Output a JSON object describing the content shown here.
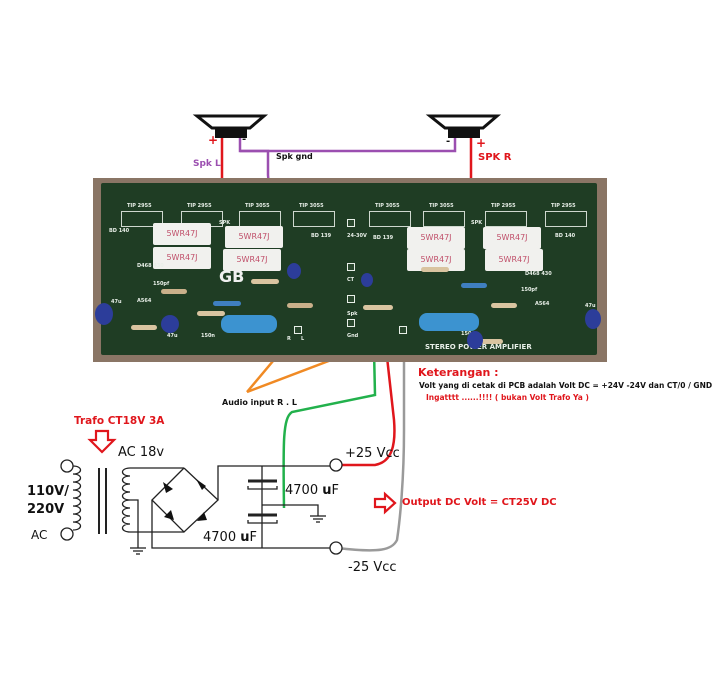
{
  "speakers": {
    "left": {
      "label": "Spk L",
      "plus": "+",
      "minus": "-"
    },
    "right": {
      "label": "SPK R",
      "plus": "+",
      "minus": "-"
    },
    "ground_label": "Spk gnd"
  },
  "pcb": {
    "title": "STEREO POWER AMPLIFIER",
    "logo": "GB",
    "supply_label": "24-30V",
    "transistors_top": [
      "TIP 2955",
      "TIP 2955",
      "TIP 3055",
      "TIP 3055",
      "TIP 3055",
      "TIP 3055",
      "TIP 2955",
      "TIP 2955"
    ],
    "power_resistors": [
      "5WR47J",
      "5WR47J",
      "5WR47J",
      "5WR47J",
      "5WR47J",
      "5WR47J",
      "5WR47J",
      "5WR47J"
    ],
    "driver_labels": [
      "BD 140",
      "BD 139",
      "BD 139",
      "BD 140"
    ],
    "small_labels": {
      "d468": "D468 430",
      "a564": "A564",
      "cap_150pf": "150pf",
      "cap_47u": "47u",
      "cap_150n": "150n",
      "spk_pad": "SPK",
      "ct_pad": "CT",
      "gnd_pad": "Gnd",
      "spk_gnd_pad": "Spk",
      "input_l": "L",
      "input_r": "R"
    }
  },
  "annotations": {
    "audio_input": "Audio input R . L",
    "keterangan_title": "Keterangan :",
    "keterangan_body": "Volt yang di cetak di PCB adalah Volt DC = +24V -24V dan  CT/0 / GND",
    "keterangan_warning": "Ingatttt ......!!!!  (  bukan Volt Trafo Ya )",
    "output_dc": "Output DC Volt = CT25V DC"
  },
  "power_supply": {
    "trafo_label": "Trafo CT18V 3A",
    "primary_voltage": "110V/\n220V",
    "primary_v1": "110V/",
    "primary_v2": "220V",
    "primary_ac": "AC",
    "secondary_label": "AC 18v",
    "cap_upper": "4700 uF",
    "cap_lower": "4700 uF",
    "cap_value": "4700",
    "cap_unit_u": "u",
    "cap_unit_f": "F",
    "positive_rail": "+25 Vcc",
    "negative_rail": "-25 Vcc"
  },
  "colors": {
    "speaker_positive_wire": "#e0161c",
    "speaker_ground_wire": "#9b4fb0",
    "audio_input_wire": "#f08a24",
    "ct_wire": "#22b14c",
    "positive_rail_wire": "#e0161c",
    "negative_rail_wire": "#9a9a9a"
  }
}
